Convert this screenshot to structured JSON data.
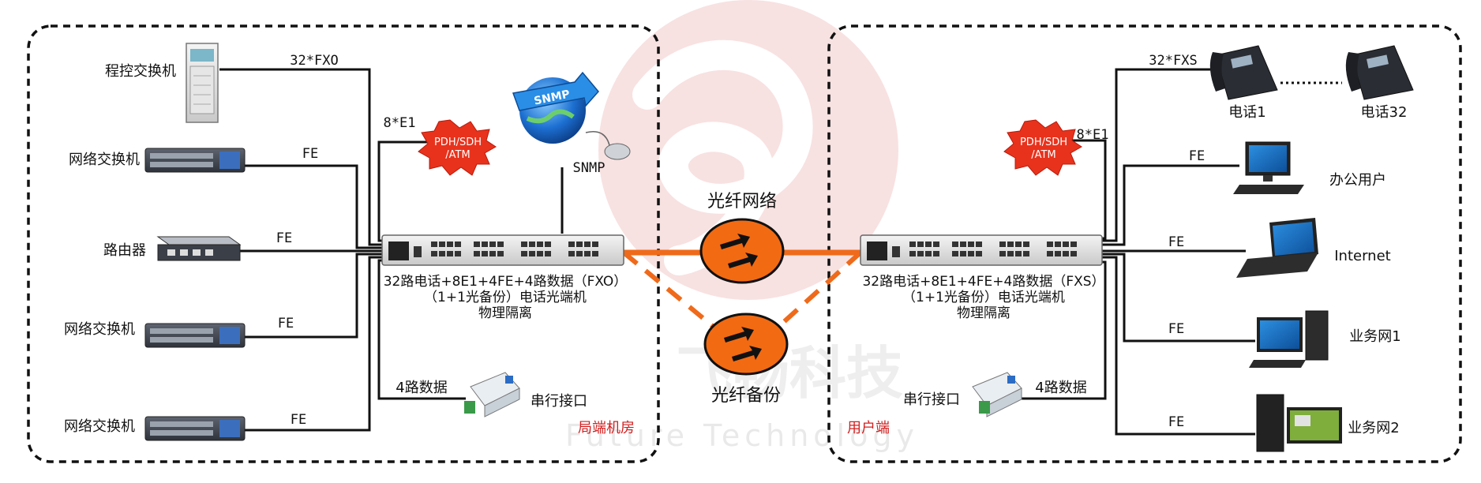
{
  "watermark": {
    "cn": "飞畅科技",
    "en": "Future Technology"
  },
  "central": {
    "fiber_network": "光纤网络",
    "fiber_backup": "光纤备份"
  },
  "left": {
    "room_label": "局端机房",
    "devices": {
      "pbx": "程控交换机",
      "switch1": "网络交换机",
      "router": "路由器",
      "switch2": "网络交换机",
      "switch3": "网络交换机",
      "serial": "串行接口"
    },
    "links": {
      "pbx": "32*FXO",
      "e1": "8*E1",
      "switch1": "FE",
      "router": "FE",
      "switch2": "FE",
      "switch3": "FE",
      "data4": "4路数据",
      "snmp": "SNMP"
    },
    "burst": [
      "PDH/SDH",
      "/ATM"
    ],
    "globe_text": "SNMP",
    "unit_caption": [
      "32路电话+8E1+4FE+4路数据（FXO）",
      "（1+1光备份）电话光端机",
      "物理隔离"
    ]
  },
  "right": {
    "room_label": "用户端",
    "devices": {
      "phone1": "电话1",
      "phone32": "电话32",
      "office": "办公用户",
      "internet": "Internet",
      "biz1": "业务网1",
      "biz2": "业务网2",
      "serial": "串行接口"
    },
    "links": {
      "fxs": "32*FXS",
      "e1": "8*E1",
      "office": "FE",
      "internet": "FE",
      "biz1": "FE",
      "biz2": "FE",
      "data4": "4路数据"
    },
    "burst": [
      "PDH/SDH",
      "/ATM"
    ],
    "unit_caption": [
      "32路电话+8E1+4FE+4路数据（FXS）",
      "（1+1光备份）电话光端机",
      "物理隔离"
    ]
  },
  "colors": {
    "fiber": "#ef6a1a",
    "burst": "#e8321c",
    "room_label": "#d21f1f",
    "watermark": "#e9a3a3"
  }
}
